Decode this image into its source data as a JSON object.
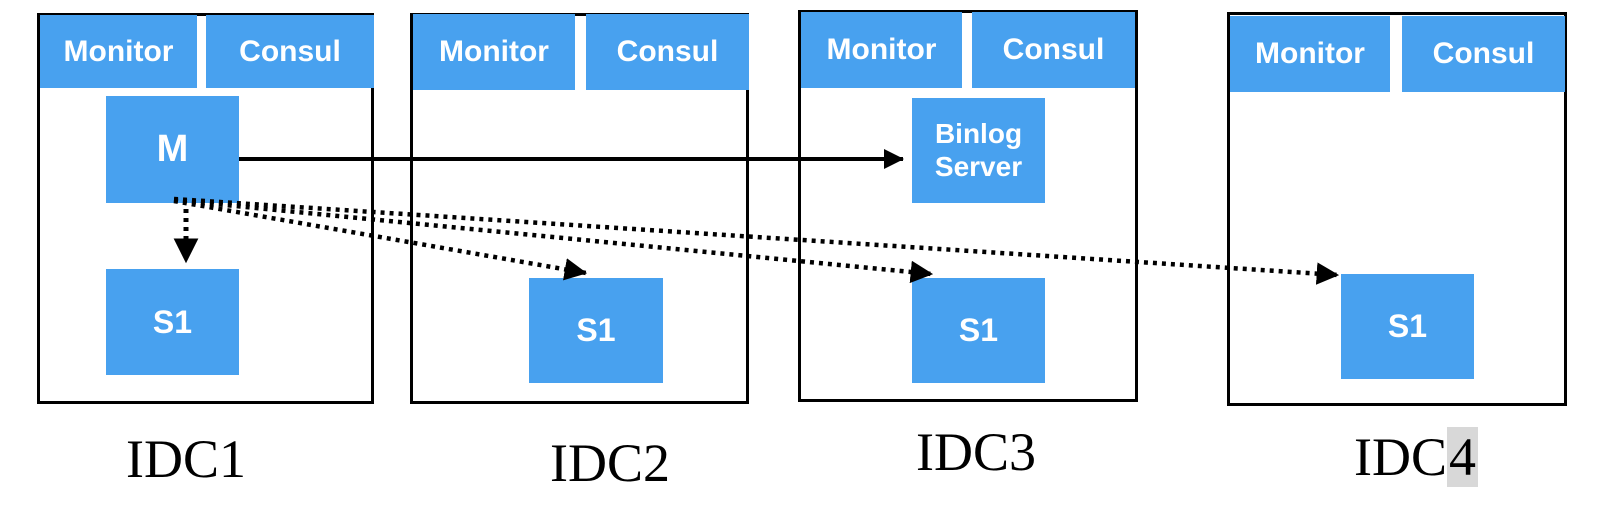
{
  "diagram": {
    "type": "architecture-diagram",
    "idcs": [
      {
        "label": "IDC1",
        "header": {
          "monitor": "Monitor",
          "consul": "Consul"
        },
        "nodes": {
          "master": "M",
          "slave": "S1"
        }
      },
      {
        "label": "IDC2",
        "header": {
          "monitor": "Monitor",
          "consul": "Consul"
        },
        "nodes": {
          "slave": "S1"
        }
      },
      {
        "label": "IDC3",
        "header": {
          "monitor": "Monitor",
          "consul": "Consul"
        },
        "nodes": {
          "binlog_server": "Binlog Server",
          "slave": "S1"
        }
      },
      {
        "label": "IDC4",
        "label_parts": {
          "plain": "IDC",
          "highlighted": "4"
        },
        "header": {
          "monitor": "Monitor",
          "consul": "Consul"
        },
        "nodes": {
          "slave": "S1"
        }
      }
    ],
    "edges": [
      {
        "from": "IDC1.M",
        "to": "IDC1.S1",
        "style": "dotted"
      },
      {
        "from": "IDC1.M",
        "to": "IDC2.S1",
        "style": "dotted"
      },
      {
        "from": "IDC1.M",
        "to": "IDC3.S1",
        "style": "dotted"
      },
      {
        "from": "IDC1.M",
        "to": "IDC4.S1",
        "style": "dotted"
      },
      {
        "from": "IDC1.M",
        "to": "IDC3.Binlog Server",
        "style": "solid"
      }
    ],
    "colors": {
      "node_fill": "#48a1ef",
      "node_text": "#ffffff",
      "box_border": "#000000",
      "arrow": "#000000",
      "label_text": "#000000",
      "digit_highlight_bg": "#d8d8d8"
    }
  }
}
